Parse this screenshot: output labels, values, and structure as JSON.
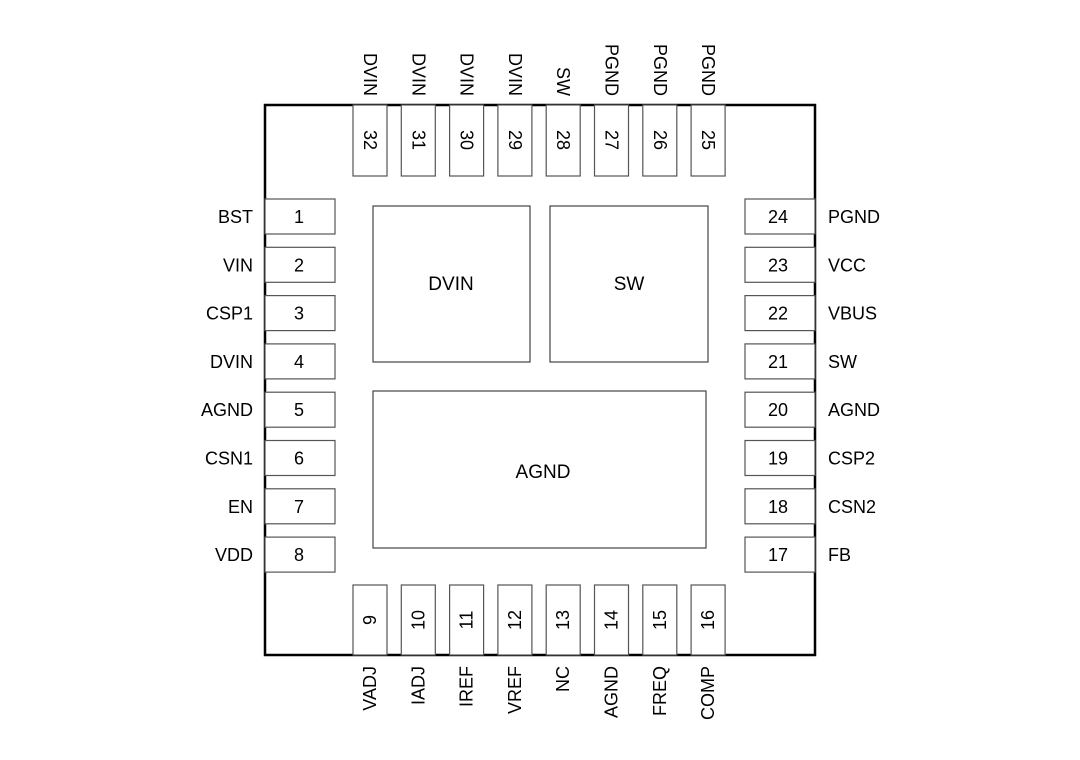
{
  "package": {
    "type": "QFN-32 pin diagram",
    "exposed_pads": [
      {
        "id": "epad-dvin",
        "label": "DVIN"
      },
      {
        "id": "epad-sw",
        "label": "SW"
      },
      {
        "id": "epad-agnd",
        "label": "AGND"
      }
    ],
    "left_pins": [
      {
        "num": "1",
        "name": "BST"
      },
      {
        "num": "2",
        "name": "VIN"
      },
      {
        "num": "3",
        "name": "CSP1"
      },
      {
        "num": "4",
        "name": "DVIN"
      },
      {
        "num": "5",
        "name": "AGND"
      },
      {
        "num": "6",
        "name": "CSN1"
      },
      {
        "num": "7",
        "name": "EN"
      },
      {
        "num": "8",
        "name": "VDD"
      }
    ],
    "bottom_pins": [
      {
        "num": "9",
        "name": "VADJ"
      },
      {
        "num": "10",
        "name": "IADJ"
      },
      {
        "num": "11",
        "name": "IREF"
      },
      {
        "num": "12",
        "name": "VREF"
      },
      {
        "num": "13",
        "name": "NC"
      },
      {
        "num": "14",
        "name": "AGND"
      },
      {
        "num": "15",
        "name": "FREQ"
      },
      {
        "num": "16",
        "name": "COMP"
      }
    ],
    "right_pins": [
      {
        "num": "24",
        "name": "PGND"
      },
      {
        "num": "23",
        "name": "VCC"
      },
      {
        "num": "22",
        "name": "VBUS"
      },
      {
        "num": "21",
        "name": "SW"
      },
      {
        "num": "20",
        "name": "AGND"
      },
      {
        "num": "19",
        "name": "CSP2"
      },
      {
        "num": "18",
        "name": "CSN2"
      },
      {
        "num": "17",
        "name": "FB"
      }
    ],
    "top_pins": [
      {
        "num": "32",
        "name": "DVIN"
      },
      {
        "num": "31",
        "name": "DVIN"
      },
      {
        "num": "30",
        "name": "DVIN"
      },
      {
        "num": "29",
        "name": "DVIN"
      },
      {
        "num": "28",
        "name": "SW"
      },
      {
        "num": "27",
        "name": "PGND"
      },
      {
        "num": "26",
        "name": "PGND"
      },
      {
        "num": "25",
        "name": "PGND"
      }
    ]
  }
}
